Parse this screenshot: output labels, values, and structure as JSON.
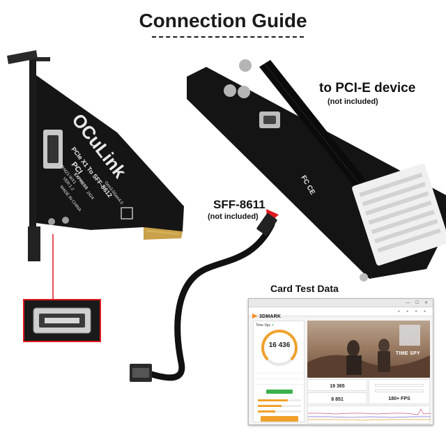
{
  "title": "Connection Guide",
  "labels": {
    "pcie_device": "to PCI-E device",
    "pcie_device_note": "(not included)",
    "sff": "SFF-8611",
    "sff_note": "(not included)",
    "card_test": "Card Test Data"
  },
  "adapter_card": {
    "brand": "OCuLink",
    "subtitle": "PCIe X1 To SFF-8612",
    "model": "PH421-WX1",
    "version": "VER:1.2",
    "made_in": "MADE IN CHINA",
    "date": "2424",
    "gen": "Gen3.0",
    "gen2": "Gen4.0",
    "pci_logo": "PCI",
    "express_logo": "EXPRESS"
  },
  "riser_board": {
    "cert_marks": "FC CE"
  },
  "test_window": {
    "brand": "3DMARK",
    "test_name": "Time Spy",
    "score": "16 436",
    "hero_label": "TIME SPY",
    "graphics_score": "19 365",
    "cpu_score": "8 851",
    "fps": "180+ FPS"
  },
  "colors": {
    "accent": "#f0a12c",
    "highlight": "#e0191f",
    "pcb": "#161616",
    "cable": "#111111"
  }
}
